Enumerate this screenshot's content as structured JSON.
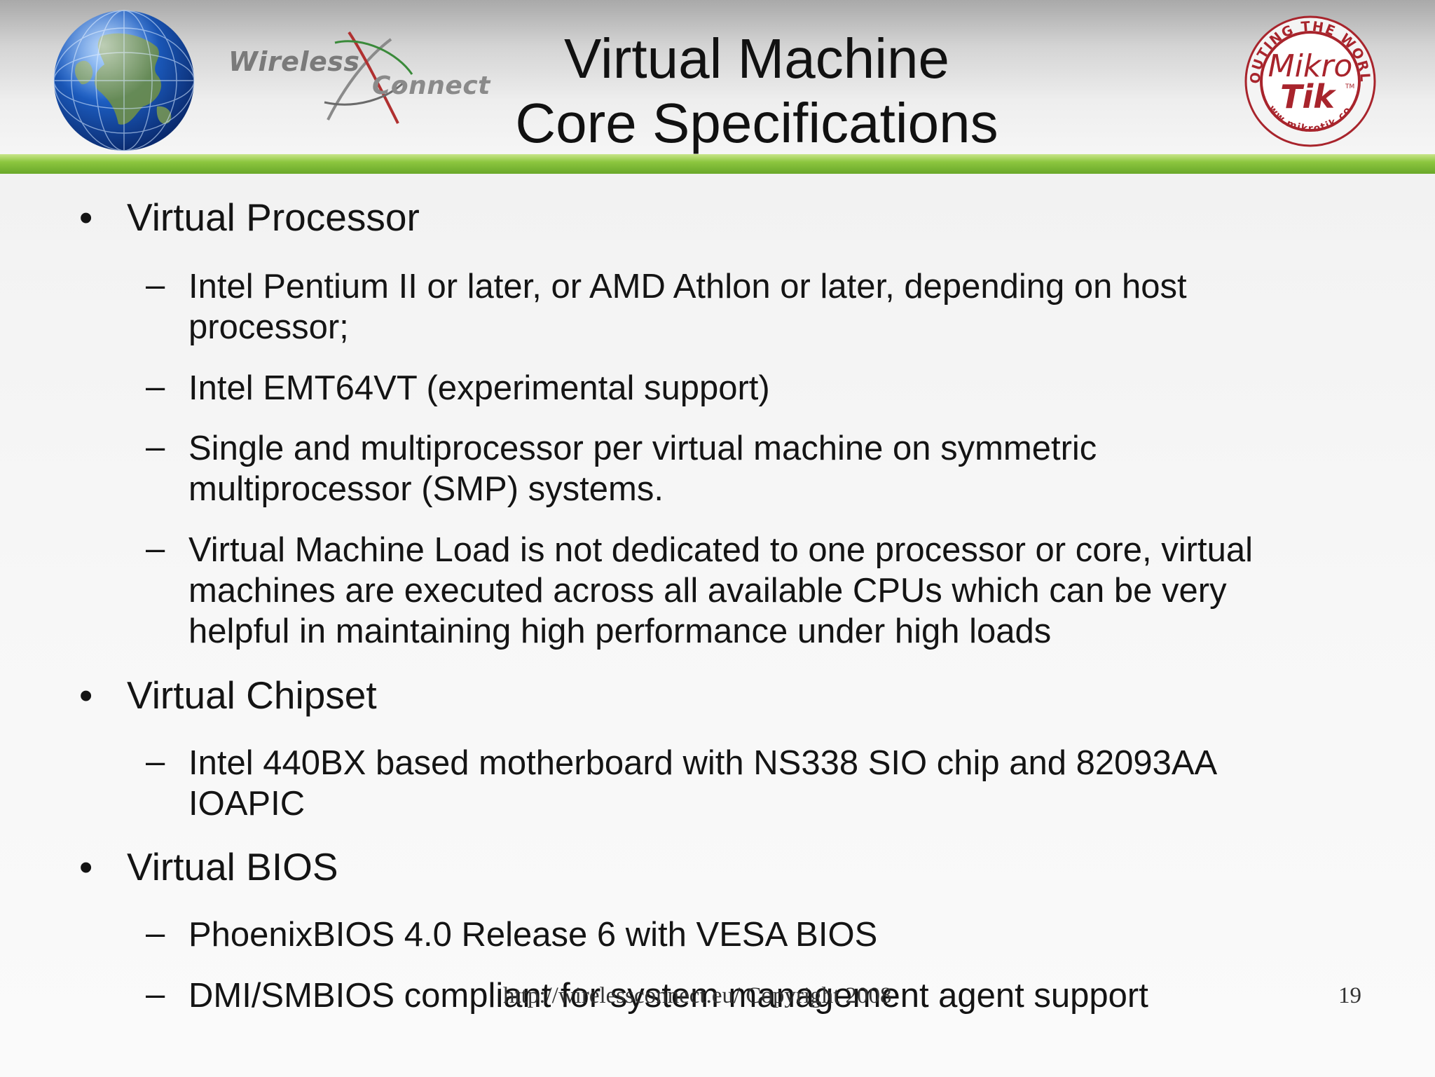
{
  "header": {
    "title_line1": "Virtual Machine",
    "title_line2": "Core Specifications",
    "left_logo": {
      "icon": "globe-icon",
      "brand_word1": "Wireless",
      "brand_word2": "Connect"
    },
    "right_logo": {
      "icon": "mikrotik-seal",
      "ring_top": "ROUTING THE WORLD",
      "ring_bottom": "www.mikrotik.com",
      "name1": "Mikro",
      "name2": "Tik",
      "tm": "TM"
    }
  },
  "colors": {
    "accent_green": "#8cc63f",
    "mikrotik_red": "#a8242c",
    "text": "#141414"
  },
  "sections": [
    {
      "bullet": "•",
      "title": "Virtual Processor",
      "items": [
        {
          "dash": "–",
          "line1": "Intel Pentium II or later, or AMD Athlon or later, depending on host",
          "line2": "processor;"
        },
        {
          "dash": "–",
          "line1": "Intel EMT64VT (experimental support)"
        },
        {
          "dash": "–",
          "line1": "Single and multiprocessor per virtual machine on symmetric",
          "line2": "multiprocessor (SMP) systems."
        },
        {
          "dash": "–",
          "line1": "Virtual Machine Load is not dedicated to one processor or core, virtual",
          "line2": "machines are executed across all available CPUs which can be very",
          "line3": "helpful in maintaining high performance under high loads"
        }
      ]
    },
    {
      "bullet": "•",
      "title": "Virtual Chipset",
      "items": [
        {
          "dash": "–",
          "line1": "Intel 440BX based motherboard with NS338 SIO chip and 82093AA",
          "line2": "IOAPIC"
        }
      ]
    },
    {
      "bullet": "•",
      "title": "Virtual BIOS",
      "items": [
        {
          "dash": "–",
          "line1": "PhoenixBIOS 4.0 Release 6 with VESA BIOS"
        },
        {
          "dash": "–",
          "line1": "DMI/SMBIOS compliant for system management agent support"
        }
      ]
    }
  ],
  "footer": {
    "url": "http://wirelessconnect.eu/ Copyright 2008",
    "page_number": "19"
  }
}
